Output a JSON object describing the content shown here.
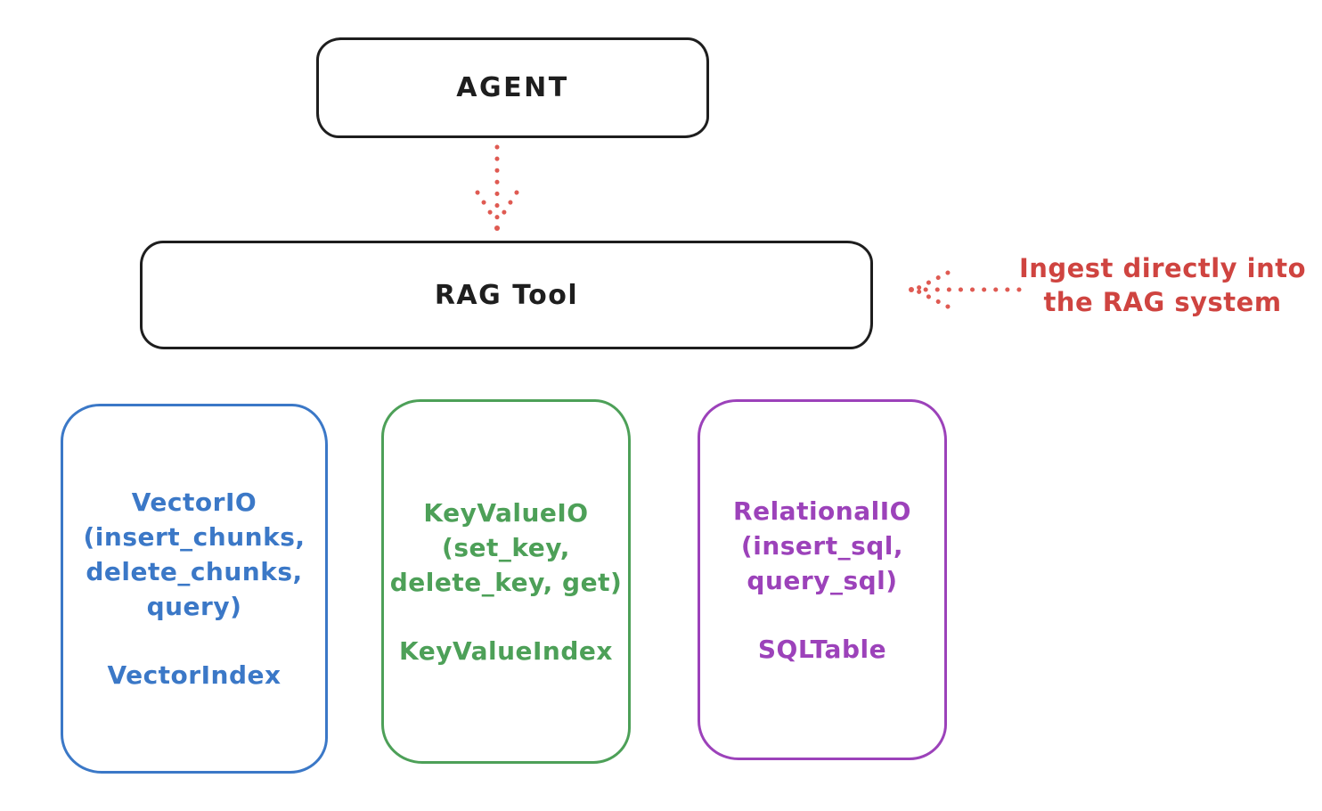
{
  "colors": {
    "stroke": "#1e1e1e",
    "arrow_red": "#df5a52",
    "text_red": "#cf4440"
  },
  "agent": {
    "label": "AGENT"
  },
  "rag": {
    "label": "RAG Tool"
  },
  "annotation": {
    "text": "Ingest directly into\nthe RAG system"
  },
  "io_boxes": [
    {
      "name": "vector-io",
      "color": "#3b78c7",
      "methods": "VectorIO\n(insert_chunks,\ndelete_chunks,\nquery)",
      "index": "VectorIndex"
    },
    {
      "name": "keyvalue-io",
      "color": "#4da058",
      "methods": "KeyValueIO\n(set_key,\ndelete_key, get)",
      "index": "KeyValueIndex"
    },
    {
      "name": "relational-io",
      "color": "#9c42ba",
      "methods": "RelationalIO\n(insert_sql,\nquery_sql)",
      "index": "SQLTable"
    }
  ]
}
